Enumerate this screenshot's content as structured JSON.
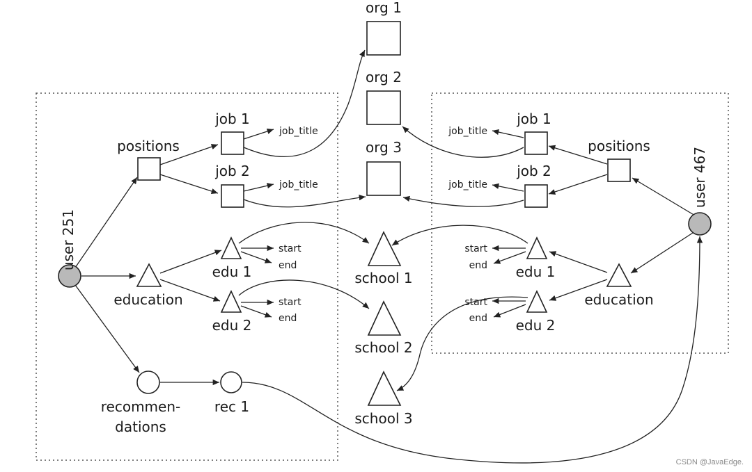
{
  "users": {
    "user251": "user 251",
    "user467": "user 467"
  },
  "left": {
    "positions": "positions",
    "job1": "job 1",
    "job2": "job 2",
    "job1_title": "job_title",
    "job2_title": "job_title",
    "education": "education",
    "edu1": "edu 1",
    "edu2": "edu 2",
    "edu1_start": "start",
    "edu1_end": "end",
    "edu2_start": "start",
    "edu2_end": "end",
    "recommendations_line1": "recommen-",
    "recommendations_line2": "dations",
    "rec1": "rec 1"
  },
  "center": {
    "org1": "org 1",
    "org2": "org 2",
    "org3": "org 3",
    "school1": "school 1",
    "school2": "school 2",
    "school3": "school 3"
  },
  "right": {
    "positions": "positions",
    "job1": "job 1",
    "job2": "job 2",
    "job1_title": "job_title",
    "job2_title": "job_title",
    "education": "education",
    "edu1": "edu 1",
    "edu2": "edu 2",
    "edu1_start": "start",
    "edu1_end": "end",
    "edu2_start": "start",
    "edu2_end": "end"
  },
  "watermark": "CSDN @JavaEdge.",
  "colors": {
    "user_fill": "#b9b9b9",
    "stroke": "#222222"
  }
}
